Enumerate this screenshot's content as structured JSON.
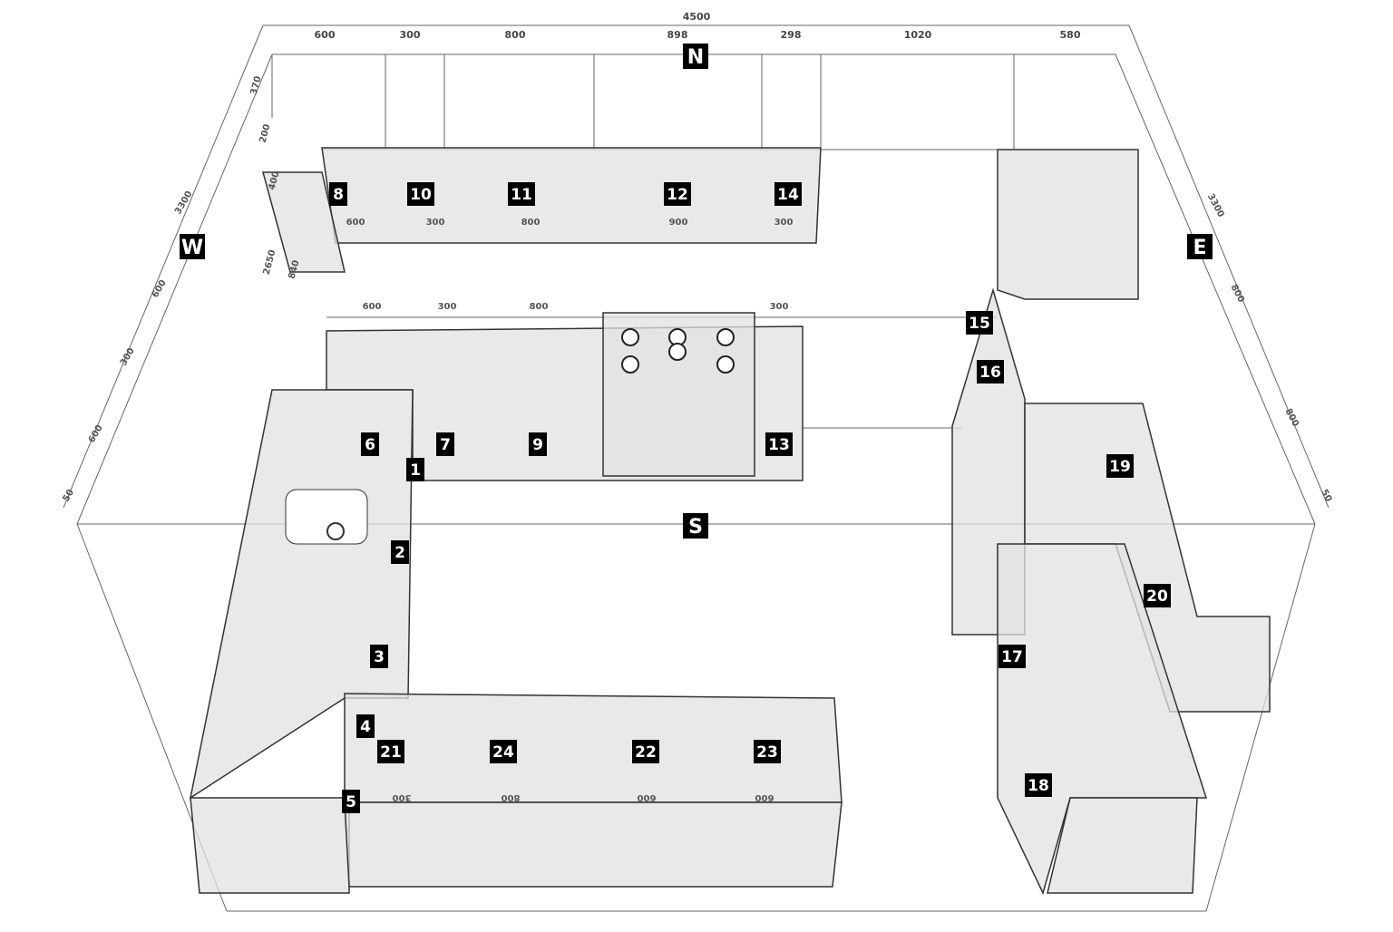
{
  "diagram": {
    "compass": {
      "north": "N",
      "south": "S",
      "east": "E",
      "west": "W"
    },
    "top_total": "4500",
    "top_segments": [
      "600",
      "300",
      "800",
      "898",
      "298",
      "1020",
      "580"
    ],
    "upper_cabinet_widths": [
      "600",
      "300",
      "800",
      "900",
      "300"
    ],
    "counter_widths": [
      "600",
      "300",
      "800",
      "300"
    ],
    "left_heights": [
      "370",
      "200",
      "400",
      "2650",
      "840"
    ],
    "west_wall": [
      "3300",
      "600",
      "300",
      "600",
      "50"
    ],
    "east_wall": [
      "3300",
      "800",
      "800",
      "50"
    ],
    "front_widths": [
      "300",
      "800",
      "600",
      "600"
    ],
    "modules": [
      "1",
      "2",
      "3",
      "4",
      "5",
      "6",
      "7",
      "8",
      "9",
      "10",
      "11",
      "12",
      "13",
      "14",
      "15",
      "16",
      "17",
      "18",
      "19",
      "20",
      "21",
      "22",
      "23",
      "24"
    ],
    "colors": {
      "line": "#555555",
      "cabinet_fill": "#e2e2e2",
      "badge": "#000000",
      "background": "#ffffff"
    }
  }
}
